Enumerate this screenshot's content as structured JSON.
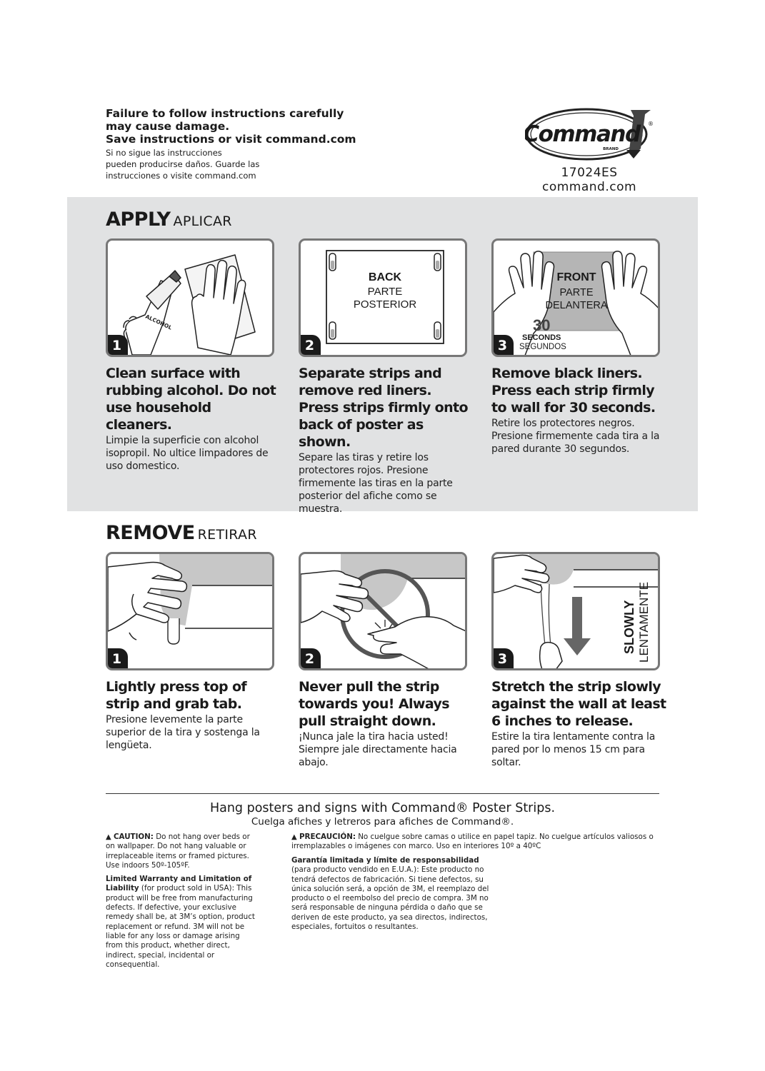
{
  "header": {
    "warning_en_1": "Failure to follow instructions carefully",
    "warning_en_2": "may cause damage.",
    "warning_en_3": "Save instructions or visit command.com",
    "warning_es_1": "Si no sigue las instrucciones",
    "warning_es_2": "pueden producirse daños. Guarde las",
    "warning_es_3": "instrucciones o visite command.com",
    "logo_text": "Command",
    "logo_brand": "BRAND",
    "logo_trademark": "®",
    "product_code": "17024ES",
    "website": "command.com"
  },
  "apply": {
    "title": "APPLY",
    "title_es": "APLICAR",
    "steps": [
      {
        "number": "1",
        "en": "Clean surface with rubbing alcohol. Do not use household cleaners.",
        "es": "Limpie la superficie con alcohol isopropil. No ultice limpadores de uso domestico.",
        "bottle_label": "ALCOHOL"
      },
      {
        "number": "2",
        "en": "Separate strips and remove red liners. Press strips firmly onto back of poster as shown.",
        "es": "Separe las tiras y retire los protectores rojos. Presione firmemente las tiras en la parte posterior del afiche como se muestra.",
        "label_1": "BACK",
        "label_2": "PARTE",
        "label_3": "POSTERIOR"
      },
      {
        "number": "3",
        "en": "Remove black liners. Press each strip firmly to wall for 30 seconds.",
        "es": "Retire los protectores negros. Presione firmemente cada tira a la pared durante 30 segundos.",
        "label_1": "FRONT",
        "label_2": "PARTE",
        "label_3": "DELANTERA",
        "timer": "30",
        "timer_en": "SECONDS",
        "timer_es": "SEGUNDOS"
      }
    ]
  },
  "remove": {
    "title": "REMOVE",
    "title_es": "RETIRAR",
    "steps": [
      {
        "number": "1",
        "en": "Lightly press top of strip and grab tab.",
        "es": "Presione levemente la parte superior de la tira y sostenga la lengüeta."
      },
      {
        "number": "2",
        "en": "Never pull the strip towards you! Always pull straight down.",
        "es": "¡Nunca jale la tira hacia usted! Siempre jale directamente hacia abajo."
      },
      {
        "number": "3",
        "en": "Stretch the strip slowly against the wall at least 6 inches to release.",
        "es": "Estire la tira lentamente contra la pared por lo menos 15 cm para soltar.",
        "arrow_en": "SLOWLY",
        "arrow_es": "LENTAMENTE"
      }
    ]
  },
  "footer": {
    "tagline_en": "Hang posters and signs with Command® Poster Strips.",
    "tagline_es": "Cuelga afiches y letreros para afiches de Command®.",
    "caution_label": "CAUTION:",
    "caution_text": "Do not hang over beds or on wallpaper. Do not hang valuable or irreplaceable items or framed pictures. Use indoors 50º-105ºF.",
    "warranty_label": "Limited Warranty and Limitation of Liability",
    "warranty_text": "(for product sold in USA): This product will be free from manufacturing defects. If defective, your exclusive remedy shall be, at 3M’s option, product replacement or refund. 3M will not be liable for any loss or damage arising from this product, whether direct, indirect, special, incidental or consequential.",
    "precaucion_label": "PRECAUCIÓN:",
    "precaucion_text": "No cuelgue sobre camas o utilice en papel tapiz. No cuelgue artículos valiosos o irremplazables o imágenes con marco. Uso en interiores 10º a 40ºC",
    "garantia_label": "Garantía limitada y límite de responsabilidad",
    "garantia_text": "(para producto vendido en E.U.A.): Este producto no tendrá defectos de fabricación. Si tiene defectos, su única solución será, a opción de 3M, el reemplazo del producto o el reembolso del precio de compra. 3M no será responsable de ninguna pérdida o daño que se deriven de este producto, ya sea directos, indirectos, especiales, fortuitos o resultantes."
  }
}
